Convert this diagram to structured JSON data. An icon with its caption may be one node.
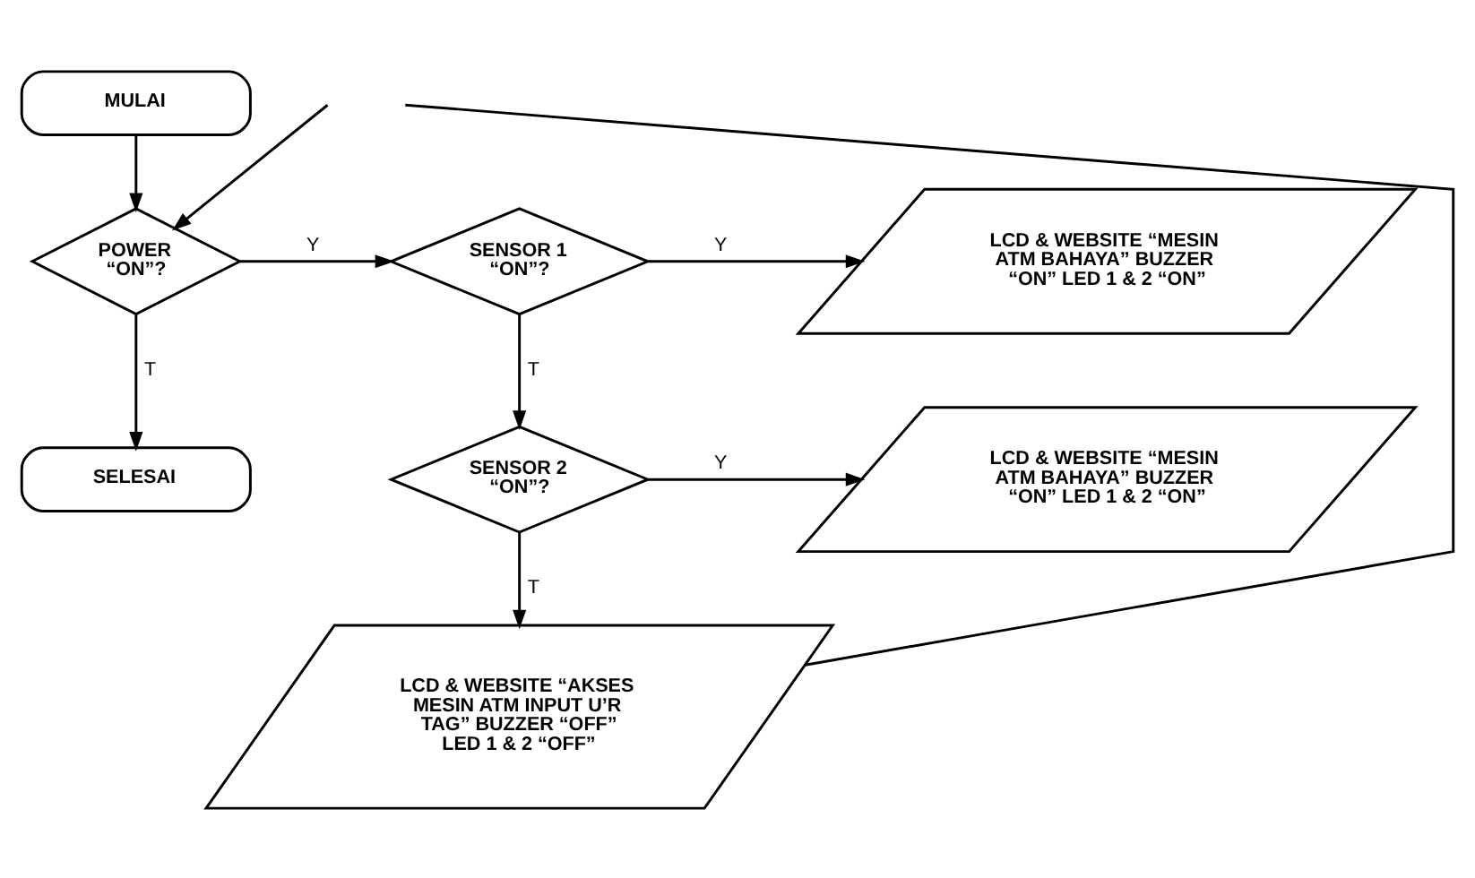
{
  "diagram": {
    "nodes": [
      {
        "text": [
          "MULAI"
        ]
      },
      {
        "text": [
          "POWER “ON”?"
        ]
      },
      {
        "text": [
          "SELESAI"
        ]
      },
      {
        "text": [
          "SENSOR 1 “ON”?"
        ]
      },
      {
        "text": [
          "LCD & WEBSITE “MESIN ATM BAHAYA” BUZZER “ON” LED 1 & 2 “ON”"
        ]
      },
      {
        "text": [
          "SENSOR 2 “ON”?"
        ]
      },
      {
        "text": [
          "LCD & WEBSITE “MESIN ATM BAHAYA” BUZZER “ON” LED 1 & 2 “ON”"
        ]
      },
      {
        "text": [
          "LCD & WEBSITE “AKSES MESIN ATM INPUT U’R TAG” BUZZER “OFF” LED 1 & 2 “OFF”"
        ]
      }
    ],
    "edges": [
      {
        "from": 0,
        "to": 1,
        "arrow": "to"
      },
      {
        "from": 1,
        "to": 3,
        "arrow": "to",
        "label": "Y"
      },
      {
        "from": 1,
        "to": 2,
        "arrow": "to",
        "label": "T"
      },
      {
        "from": 3,
        "to": 4,
        "arrow": "to",
        "label": "Y"
      },
      {
        "from": 3,
        "to": 5,
        "arrow": "to",
        "label": "T"
      },
      {
        "from": 5,
        "to": 6,
        "arrow": "to",
        "label": "Y"
      },
      {
        "from": 5,
        "to": 7,
        "arrow": "to",
        "label": "T"
      },
      {
        "from": 7,
        "to": null,
        "arrow": "none"
      },
      {
        "from": null,
        "to": 1,
        "arrow": "to"
      }
    ]
  }
}
